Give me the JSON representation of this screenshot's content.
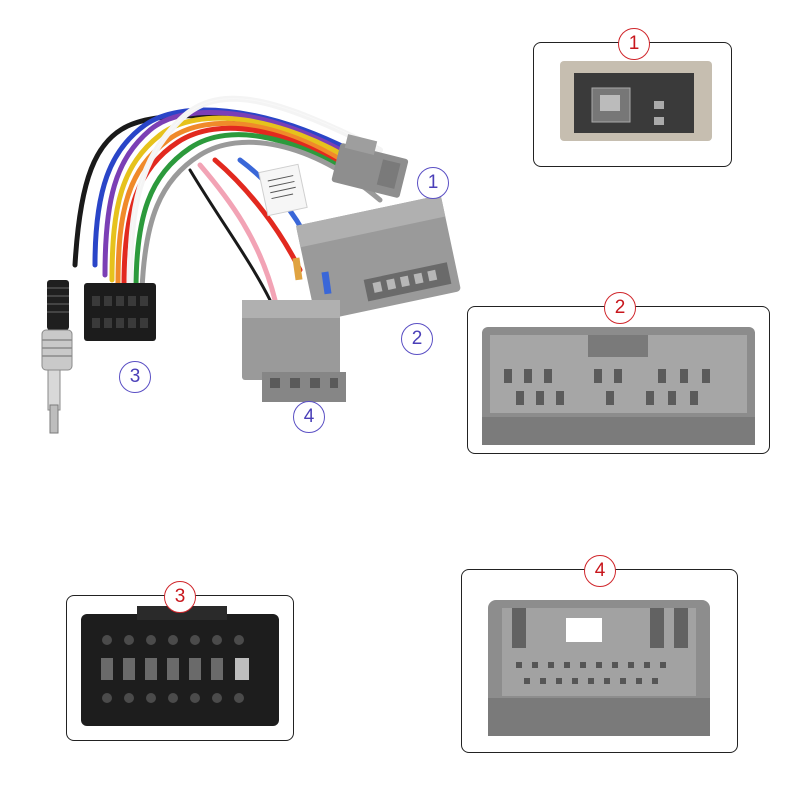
{
  "callouts": {
    "harness_1": "1",
    "harness_2": "2",
    "harness_3": "3",
    "harness_4": "4"
  },
  "panels": {
    "panel_1": "1",
    "panel_2": "2",
    "panel_3": "3",
    "panel_4": "4"
  },
  "label_text": "",
  "colors": {
    "callout_blue": "#4a3fb8",
    "callout_red": "#c8161c",
    "connector_grey": "#9a9a9a",
    "connector_black": "#1c1c1c"
  }
}
